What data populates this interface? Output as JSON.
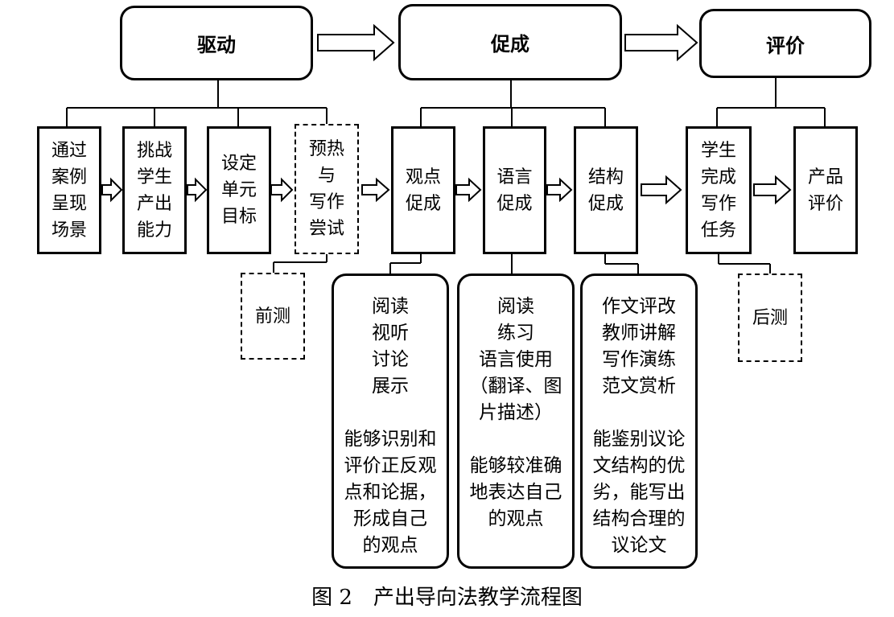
{
  "stages": {
    "drive": "驱动",
    "promote": "促成",
    "evaluate": "评价"
  },
  "steps": {
    "s1": "通过\n案例\n呈现\n场景",
    "s2": "挑战\n学生\n产出\n能力",
    "s3": "设定\n单元\n目标",
    "s4": "预热\n与\n写作\n尝试",
    "s5": "观点\n促成",
    "s6": "语言\n促成",
    "s7": "结构\n促成",
    "s8": "学生\n完成\n写作\n任务",
    "s9": "产品\n评价"
  },
  "notes": {
    "pre_test": "前测",
    "post_test": "后测"
  },
  "details": {
    "d1": "阅读\n视听\n讨论\n展示\n\n能够识别和\n评价正反观\n点和论据，\n形成自己\n的观点",
    "d2": "阅读\n练习\n语言使用\n（翻译、图\n片描述）\n\n能够较准确\n地表达自己\n的观点",
    "d3": "作文评改\n教师讲解\n写作演练\n范文赏析\n\n能鉴别议论\n文结构的优\n劣，能写出\n结构合理的\n议论文"
  },
  "caption": "图 2　产出导向法教学流程图"
}
